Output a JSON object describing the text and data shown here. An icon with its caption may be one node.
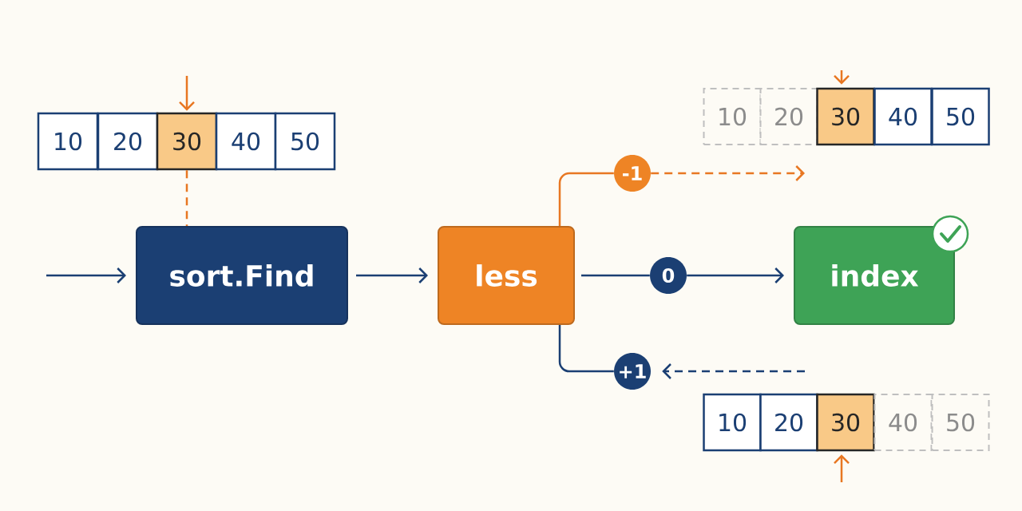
{
  "diagram": {
    "nodes": [
      {
        "text": [
          "10"
        ]
      },
      {
        "text": [
          "20"
        ]
      },
      {
        "text": [
          "30"
        ]
      },
      {
        "text": [
          "40"
        ]
      },
      {
        "text": [
          "50"
        ]
      },
      {
        "text": [
          "sort.Find"
        ]
      },
      {
        "text": [
          "less"
        ]
      },
      {
        "text": [
          "index"
        ]
      },
      {
        "text": [
          "-1"
        ]
      },
      {
        "text": [
          "0"
        ]
      },
      {
        "text": [
          "+1"
        ]
      },
      {
        "text": [
          "10"
        ]
      },
      {
        "text": [
          "20"
        ]
      },
      {
        "text": [
          "30"
        ]
      },
      {
        "text": [
          "40"
        ]
      },
      {
        "text": [
          "50"
        ]
      },
      {
        "text": [
          "10"
        ]
      },
      {
        "text": [
          "20"
        ]
      },
      {
        "text": [
          "30"
        ]
      },
      {
        "text": [
          "40"
        ]
      },
      {
        "text": [
          "50"
        ]
      }
    ],
    "edges": [
      {
        "from": null,
        "to": 5,
        "arrow": "to"
      },
      {
        "from": 2,
        "to": 5,
        "arrow": "none",
        "style": "dashed",
        "color": "#e87722"
      },
      {
        "from": 5,
        "to": 6,
        "arrow": "to"
      },
      {
        "from": 6,
        "to": 8,
        "arrow": "none",
        "color": "#e87722"
      },
      {
        "from": 8,
        "to": null,
        "arrow": "to",
        "style": "dashed",
        "color": "#e87722"
      },
      {
        "from": 6,
        "to": 9,
        "arrow": "none"
      },
      {
        "from": 9,
        "to": 7,
        "arrow": "to"
      },
      {
        "from": 6,
        "to": 10,
        "arrow": "none"
      },
      {
        "from": null,
        "to": 10,
        "arrow": "to",
        "style": "dashed"
      },
      {
        "from": null,
        "to": 2,
        "arrow": "to",
        "color": "#e87722"
      },
      {
        "from": null,
        "to": 13,
        "arrow": "to",
        "color": "#e87722"
      },
      {
        "from": null,
        "to": 18,
        "arrow": "to",
        "color": "#e87722"
      }
    ]
  }
}
